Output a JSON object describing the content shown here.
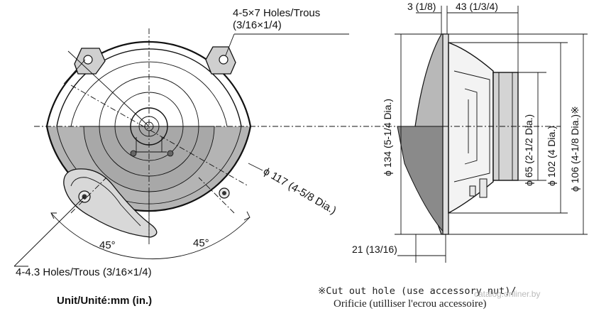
{
  "front_view": {
    "mount_holes_label_line1": "4-5×7 Holes/Trous",
    "mount_holes_label_line2": "(3/16×1/4)",
    "outer_diameter_label": "ϕ 117 (4-5/8 Dia.)",
    "angle_left": "45°",
    "angle_right": "45°",
    "small_holes_label": "4-4.3 Holes/Trous (3/16×1/4)"
  },
  "side_view": {
    "flange_thickness": "3 (1/8)",
    "depth": "43 (1/3/4)",
    "diameter_134": "ϕ 134 (5-1/4 Dia.)",
    "diameter_65": "ϕ 65 (2-1/2 Dia.)",
    "diameter_102": "ϕ 102 (4 Dia.)",
    "diameter_106": "ϕ 106 (4-1/8 Dia.)※",
    "grille_depth": "21 (13/16)"
  },
  "footer": {
    "unit_label": "Unit/Unité:mm (in.)",
    "note_line1": "※Cut out hole (use accessory nut)/",
    "note_line2": "Orificie (utilliser l'ecrou accessoire)",
    "watermark": "catalog.onliner.by"
  },
  "colors": {
    "line": "#111111",
    "lower_fill": "#b4b4b4",
    "cone_fill": "#9c9c9c",
    "grille_fill": "#8a8a8a"
  }
}
